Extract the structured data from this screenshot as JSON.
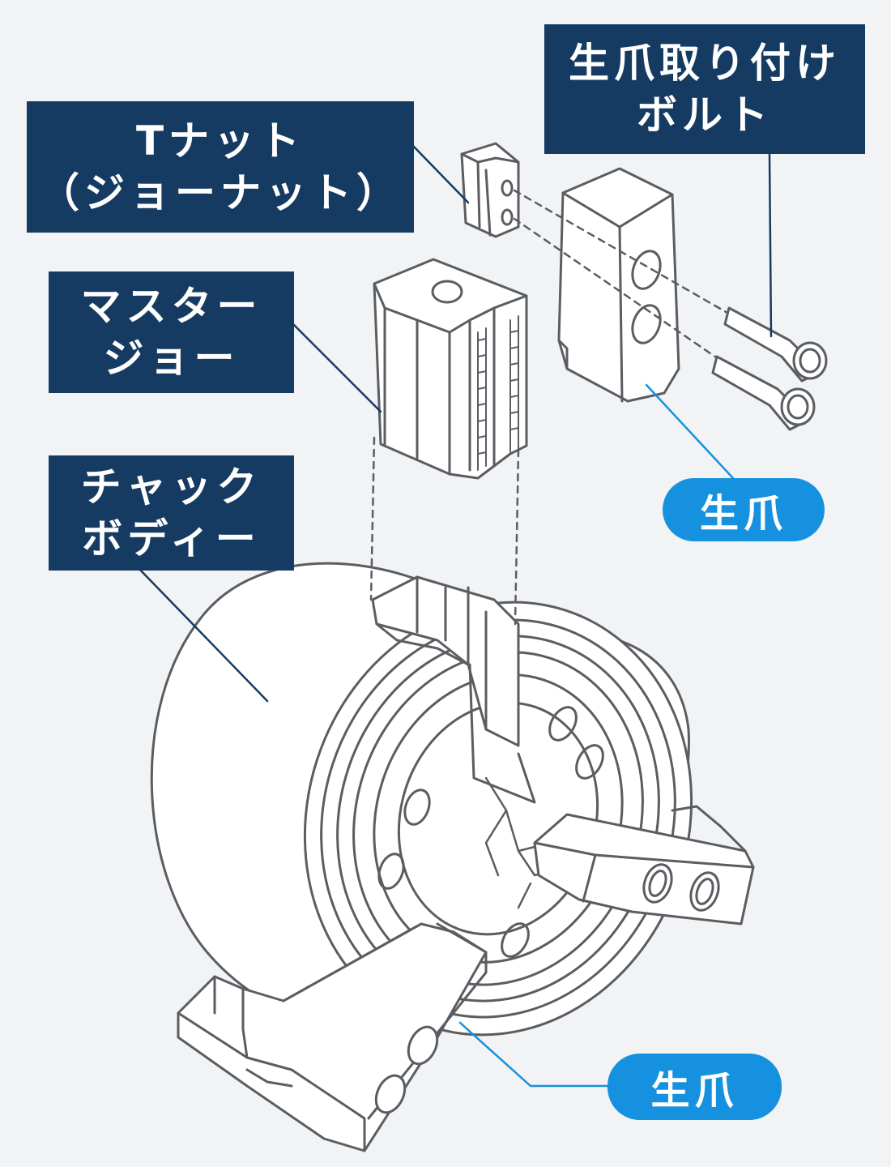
{
  "colors": {
    "background": "#f2f3f4",
    "label_dark": "#163b62",
    "label_blue": "#1691e0",
    "drawing_line": "#5a5d61",
    "part_fill": "#ffffff"
  },
  "labels": {
    "bolt": "生爪取り付け\nボルト",
    "t_nut": "Tナット\n（ジョーナット）",
    "master_jaw": "マスター\nジョー",
    "chuck_body": "チャック\nボディー",
    "soft_jaw_top": "生爪",
    "soft_jaw_bottom": "生爪"
  }
}
